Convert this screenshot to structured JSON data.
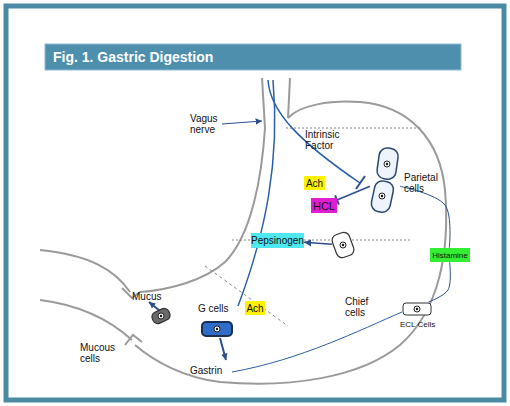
{
  "diagram": {
    "title": "Fig. 1. Gastric Digestion",
    "nodes": [
      {
        "text": [
          "Ach"
        ]
      },
      {
        "text": [
          "HCL"
        ]
      },
      {
        "text": [
          "Parietal cells"
        ]
      },
      {
        "text": [
          "Pepsinogen"
        ]
      },
      {
        "text": [
          "Histamine"
        ]
      },
      {
        "text": [
          "Chief cells"
        ]
      },
      {
        "text": [
          "G cells"
        ]
      },
      {
        "text": [
          "Ach"
        ]
      },
      {
        "text": [
          "ECL Cells"
        ]
      },
      {
        "text": [
          "Mucous cells"
        ]
      }
    ],
    "edges": [
      {
        "from": 2,
        "to": 1,
        "arrow": "to"
      },
      {
        "from": 5,
        "to": 3,
        "arrow": "to"
      },
      {
        "from": 2,
        "to": 4,
        "arrow": "none"
      },
      {
        "from": 4,
        "to": 8,
        "arrow": "none"
      }
    ],
    "labels": [
      "Vagus nerve",
      "Intrinsic Factor",
      "Mucus",
      "Gastrin"
    ]
  }
}
